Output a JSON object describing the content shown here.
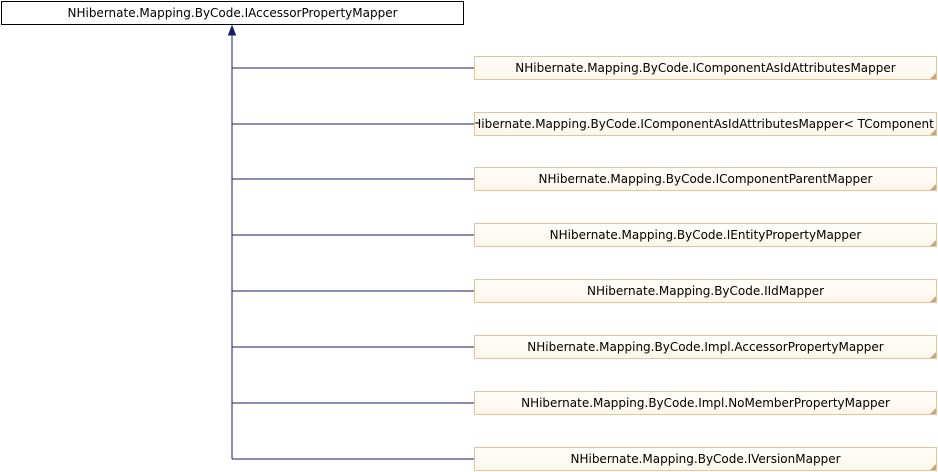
{
  "base_class": {
    "label": "NHibernate.Mapping.ByCode.IAccessorPropertyMapper"
  },
  "derived_classes": [
    {
      "label": "NHibernate.Mapping.ByCode.IComponentAsIdAttributesMapper"
    },
    {
      "label": "NHibernate.Mapping.ByCode.IComponentAsIdAttributesMapper< TComponent >"
    },
    {
      "label": "NHibernate.Mapping.ByCode.IComponentParentMapper"
    },
    {
      "label": "NHibernate.Mapping.ByCode.IEntityPropertyMapper"
    },
    {
      "label": "NHibernate.Mapping.ByCode.IIdMapper"
    },
    {
      "label": "NHibernate.Mapping.ByCode.Impl.AccessorPropertyMapper"
    },
    {
      "label": "NHibernate.Mapping.ByCode.Impl.NoMemberPropertyMapper"
    },
    {
      "label": "NHibernate.Mapping.ByCode.IVersionMapper"
    }
  ],
  "colors": {
    "edge": "#191970",
    "derived_border": "#e5c49a",
    "derived_fill": "#fdf6ea",
    "base_border": "#000000"
  }
}
